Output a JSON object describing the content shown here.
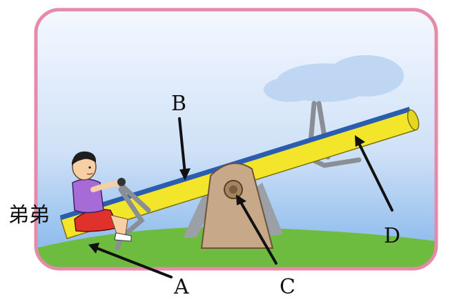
{
  "labels": {
    "a": "A",
    "b": "B",
    "c": "C",
    "d": "D",
    "child": "弟弟"
  },
  "colors": {
    "frame": "#e58aa8",
    "sky_top": "#f4f8ff",
    "sky_bottom": "#7fb3ea",
    "grass": "#6dbb3f",
    "plank": "#f2e52a",
    "plank_edge": "#2a5db0",
    "fulcrum": "#c7a98a",
    "shirt": "#a66bd6",
    "shorts": "#e0312b"
  }
}
